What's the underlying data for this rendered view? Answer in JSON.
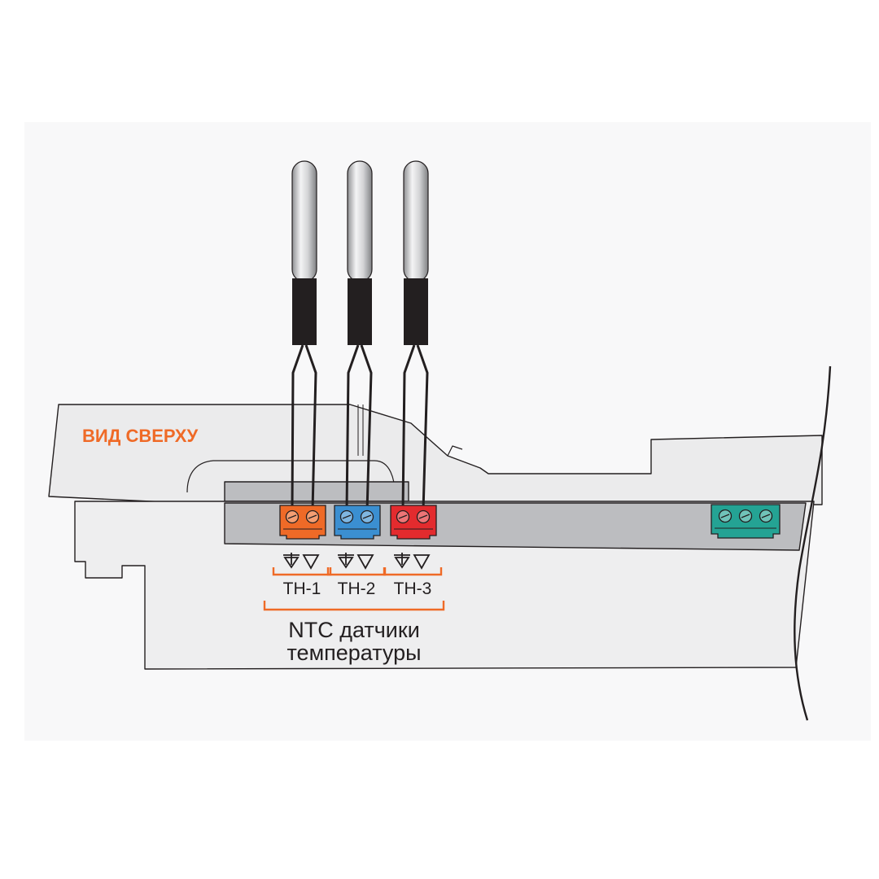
{
  "view_label": "ВИД СВЕРХУ",
  "sensors": [
    {
      "label": "TH-1",
      "connector_color": "#ef6a27"
    },
    {
      "label": "TH-2",
      "connector_color": "#3b8fd1"
    },
    {
      "label": "TH-3",
      "connector_color": "#e32b2e"
    }
  ],
  "caption_line1": "NTC датчики",
  "caption_line2": "температуры",
  "colors": {
    "accent": "#ef6a27",
    "aux_connector": "#24a394",
    "housing": "#eeeeef",
    "housing_edge": "#231f20",
    "channel": "#bcbdc0",
    "probe_cable": "#231f20"
  },
  "icons": {
    "ground_symbol": "ground-arrow-icon",
    "signal_symbol": "signal-triangle-icon"
  }
}
